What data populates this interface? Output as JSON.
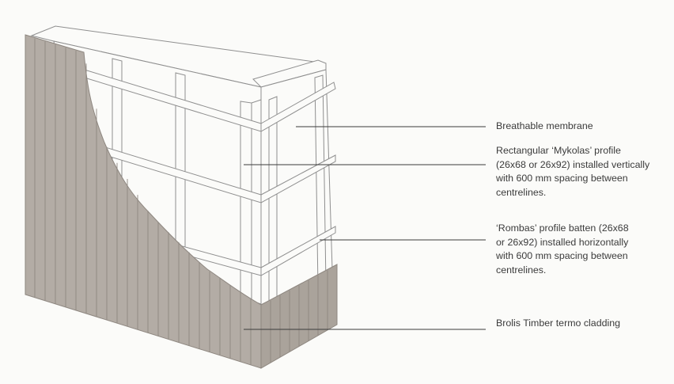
{
  "diagram": {
    "colors": {
      "background": "#fbfbf9",
      "line": "#8f8f8f",
      "cladding": "#b3aca5",
      "cladding_dark": "#a59e96",
      "cladding_joint": "#8e8780",
      "leader": "#3b3b3b",
      "text": "#3b3b3b"
    },
    "labels": [
      {
        "id": "breathable-membrane",
        "text": "Breathable membrane"
      },
      {
        "id": "mykolas-profile",
        "text": "Rectangular ‘Mykolas’ profile\n(26x68 or 26x92) installed vertically\nwith 600 mm spacing between\ncentrelines."
      },
      {
        "id": "rombas-batten",
        "text": "‘Rombas’ profile batten (26x68\nor 26x92) installed horizontally\nwith 600 mm spacing between\ncentrelines."
      },
      {
        "id": "cladding",
        "text": "Brolis Timber termo cladding"
      }
    ]
  }
}
